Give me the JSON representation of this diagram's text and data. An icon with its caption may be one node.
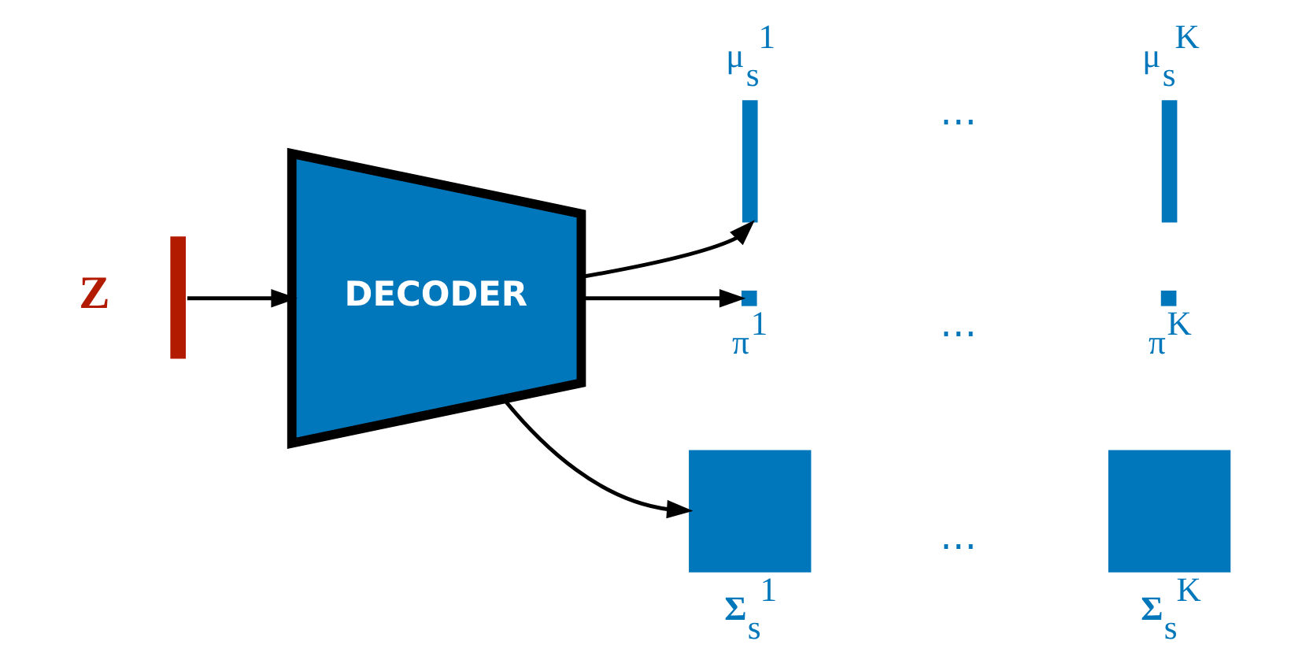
{
  "diagram": {
    "nodes": [
      {
        "text": [],
        "shape": "bar",
        "beside": [
          "**Z**"
        ]
      },
      {
        "text": [
          "DECODER"
        ]
      },
      {
        "text": [],
        "shape": "bar",
        "beside": [
          "μ$_{s}$$^{1}$"
        ]
      },
      {
        "text": [],
        "shape": "bar",
        "beside": [
          "μ$_{s}$$^{K}$"
        ]
      },
      {
        "text": [],
        "shape": "box",
        "beside": [
          "π$^{1}$"
        ]
      },
      {
        "text": [],
        "shape": "box",
        "beside": [
          "π$^{K}$"
        ]
      },
      {
        "text": [],
        "shape": "box",
        "beside": [
          "**Σ**$_{s}$$^{1}$"
        ]
      },
      {
        "text": [],
        "shape": "box",
        "beside": [
          "**Σ**$_{s}$$^{K}$"
        ]
      }
    ],
    "edges": [
      {
        "from": 0,
        "to": 1,
        "arrow": "to"
      },
      {
        "from": 1,
        "to": 2,
        "arrow": "to"
      },
      {
        "from": 1,
        "to": 4,
        "arrow": "to"
      },
      {
        "from": 1,
        "to": 6,
        "arrow": "to"
      }
    ],
    "labels": [
      "⋯",
      "⋯",
      "⋯"
    ]
  }
}
